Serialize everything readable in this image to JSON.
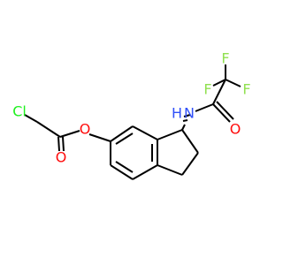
{
  "colors": {
    "carbon_bond": "#000000",
    "oxygen": "#FF0D0D",
    "nitrogen": "#3050F8",
    "fluorine": "#90E050",
    "chlorine": "#1FF01F"
  },
  "atoms": {
    "F_top": "F",
    "F_left": "F",
    "F_right": "F",
    "N": "N",
    "H_on_N": "H",
    "O_carbonyl_amide": "O",
    "O_ester_link": "O",
    "O_carbonyl_ester": "O",
    "Cl": "Cl"
  }
}
